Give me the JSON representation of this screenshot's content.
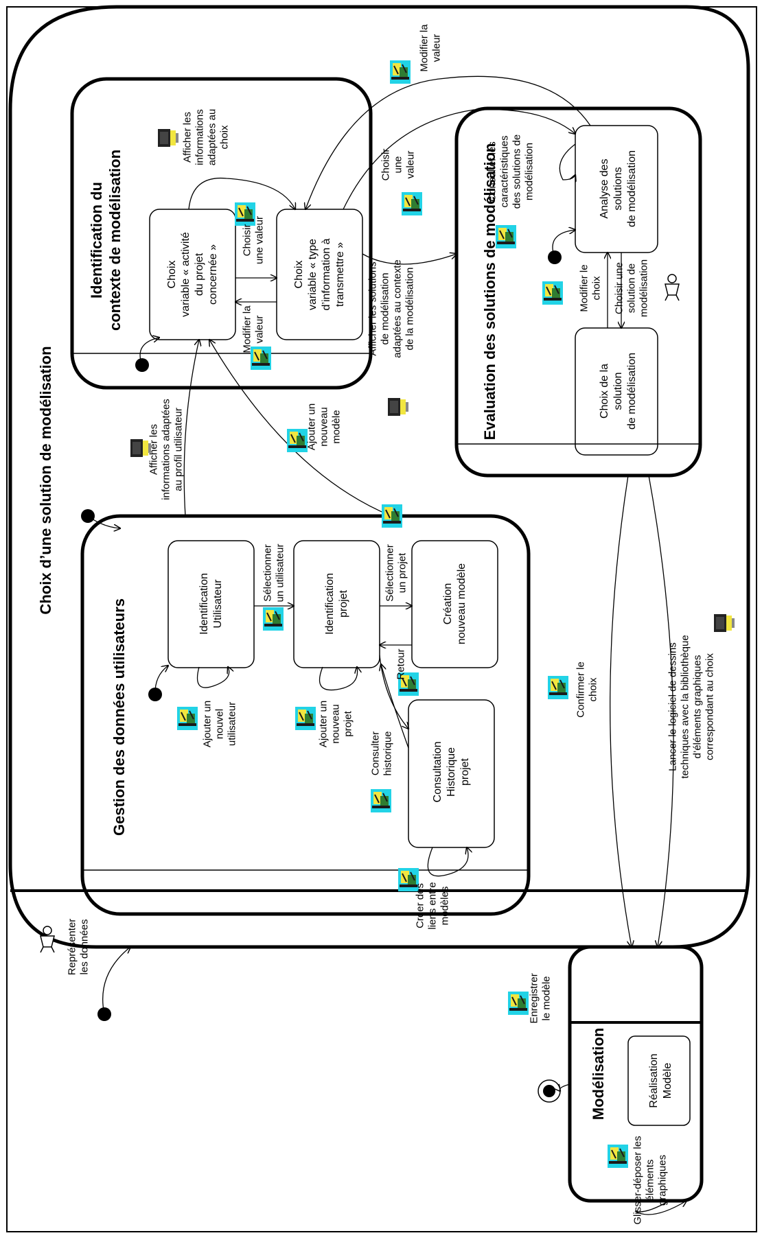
{
  "outer": {
    "title": "Choix d’une solution de modélisation"
  },
  "gestion": {
    "title": "Gestion des données utilisateurs",
    "states": {
      "identification_utilisateur": [
        "Identification",
        "Utilisateur"
      ],
      "identification_projet": [
        "Identification",
        "projet"
      ],
      "creation_modele": [
        "Création",
        "nouveau modèle"
      ],
      "consultation": [
        "Consultation",
        "Historique",
        "projet"
      ]
    },
    "labels": {
      "selectionner_utilisateur": [
        "Sélectionner",
        "un utilisateur"
      ],
      "selectionner_projet": [
        "Sélectionner",
        "un projet"
      ],
      "retour": [
        "Retour"
      ],
      "ajouter_utilisateur": [
        "Ajouter un",
        "nouvel",
        "utilisateur"
      ],
      "ajouter_projet": [
        "Ajouter un",
        "nouveau",
        "projet"
      ],
      "consulter_historique": [
        "Consulter",
        "historique"
      ],
      "creer_liens": [
        "Créer des",
        "liens entre",
        "modèles"
      ]
    }
  },
  "contexte": {
    "title": [
      "Identification du",
      "contexte de modélisation"
    ],
    "states": {
      "choix_activite": [
        "Choix",
        "variable « activité",
        "du projet",
        "concernée »"
      ],
      "choix_type": [
        "Choix",
        "variable « type",
        "d’information à",
        "transmettre »"
      ]
    },
    "labels": {
      "choisir_valeur": [
        "Choisir",
        "une valeur"
      ],
      "modifier_valeur": [
        "Modifier la",
        "valeur"
      ],
      "afficher_infos_choix": [
        "Afficher les",
        "informations",
        "adaptées au",
        "choix"
      ]
    }
  },
  "evaluation": {
    "title": "Evaluation des solutions de modélisation",
    "states": {
      "analyse": [
        "Analyse des",
        "solutions",
        "de modélisation"
      ],
      "choix_solution": [
        "Choix de la",
        "solution",
        "de modélisation"
      ]
    },
    "labels": {
      "consulter_caracteristiques": [
        "Consulter les",
        "caractéristiques",
        "des solutions de",
        "modélisation"
      ],
      "modifier_choix": [
        "Modifier le",
        "choix"
      ],
      "choisir_solution": [
        "Choisir une",
        "solution de",
        "modélisation"
      ]
    }
  },
  "modelisation": {
    "title": "Modélisation",
    "state": [
      "Réalisation",
      "Modèle"
    ],
    "labels": {
      "enregistrer": [
        "Enregistrer",
        "le modèle"
      ],
      "glisser": [
        "Glisser-déposer les",
        "éléments",
        "graphiques"
      ]
    }
  },
  "transitions": {
    "modifier_valeur_top": [
      "Modifier la",
      "valeur"
    ],
    "choisir_une_valeur": [
      "Choisir",
      "une",
      "valeur"
    ],
    "afficher_solutions": [
      "Afficher les solutions",
      "de modélisation",
      "adaptées au contexte",
      "de la modélisation"
    ],
    "afficher_profil": [
      "Afficher les",
      "informations adaptées",
      "au profil utilisateur"
    ],
    "ajouter_modele": [
      "Ajouter un",
      "nouveau",
      "modèle"
    ],
    "confirmer": [
      "Confirmer le",
      "choix"
    ],
    "lancer_logiciel": [
      "Lancer le logiciel de dessins",
      "techniques avec la bibliothèque",
      "d’éléments graphiques",
      "correspondant au choix"
    ],
    "representer": [
      "Représenter",
      "les données"
    ]
  },
  "icons": {
    "user_action": "user-action-icon",
    "system_display": "computer-icon",
    "actor": "actor-icon"
  },
  "colors": {
    "stroke": "#000000",
    "icon_cyan": "#22d3e6",
    "icon_yellow": "#f2e640",
    "icon_green": "#2f7d32"
  }
}
